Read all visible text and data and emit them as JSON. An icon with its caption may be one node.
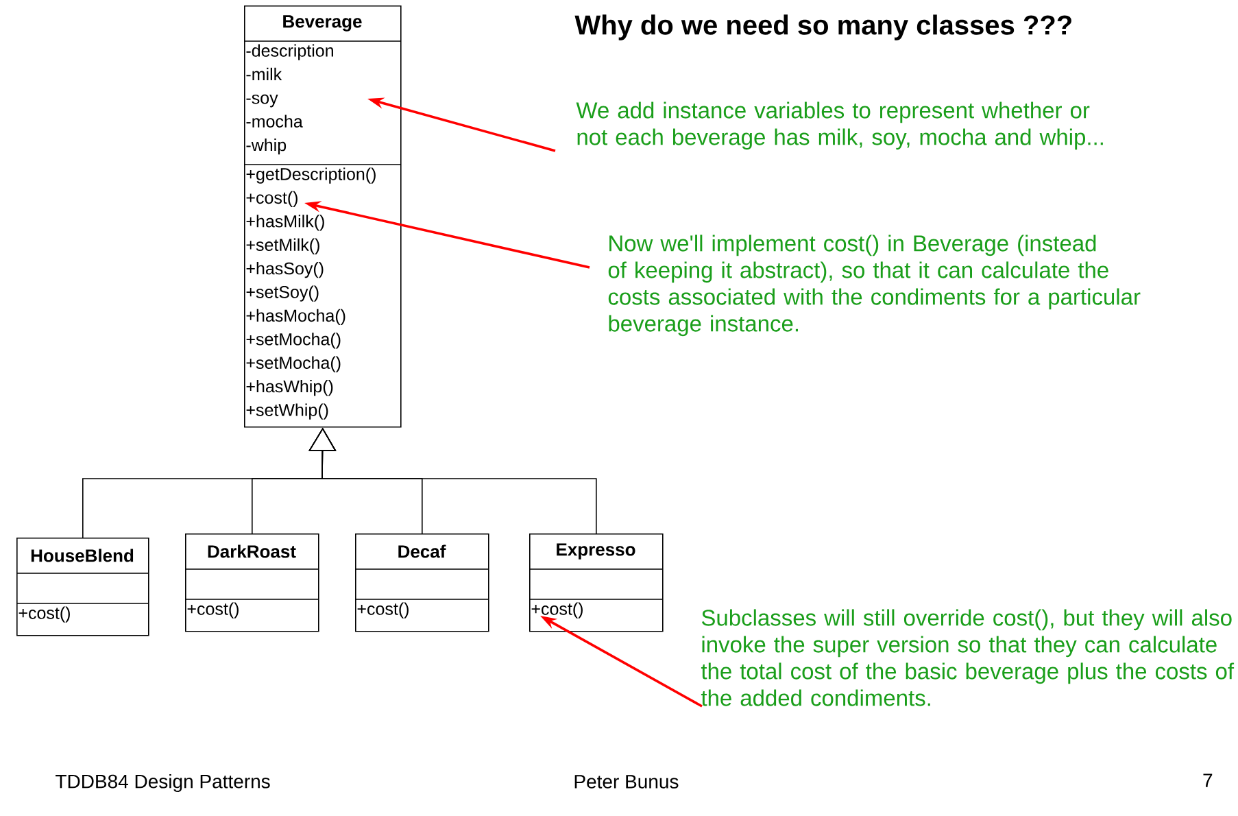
{
  "diagram": {
    "title": "Why do we need so many classes ???",
    "nodes": [
      {
        "text": [
          "Beverage",
          "-description -milk -soy -mocha -whip",
          "+getDescription() +cost() +hasMilk() +setMilk() +hasSoy() +setSoy() +hasMocha() +setMocha() +setMocha() +hasWhip() +setWhip()"
        ]
      },
      {
        "text": [
          "HouseBlend",
          "+cost()"
        ]
      },
      {
        "text": [
          "DarkRoast",
          "+cost()"
        ]
      },
      {
        "text": [
          "Decaf",
          "+cost()"
        ]
      },
      {
        "text": [
          "Expresso",
          "+cost()"
        ]
      },
      {
        "text": [
          "We add instance variables to represent whether or not each beverage has milk, soy, mocha and whip..."
        ]
      },
      {
        "text": [
          "Now we'll implement cost() in Beverage (instead of keeping it abstract), so that it can calculate the costs associated with the condiments for a particular beverage instance."
        ]
      },
      {
        "text": [
          "Subclasses will still override cost(), but they will also invoke the super version so that they can calculate the total cost of the basic beverage plus the costs of the added condiments."
        ]
      }
    ],
    "edges": [
      {
        "from": 1,
        "to": 0,
        "arrow": "to"
      },
      {
        "from": 2,
        "to": 0,
        "arrow": "to"
      },
      {
        "from": 3,
        "to": 0,
        "arrow": "to"
      },
      {
        "from": 4,
        "to": 0,
        "arrow": "to"
      },
      {
        "from": 5,
        "to": 0,
        "arrow": "to",
        "color": "#ff0000"
      },
      {
        "from": 6,
        "to": 0,
        "arrow": "to",
        "color": "#ff0000"
      },
      {
        "from": 7,
        "to": 4,
        "arrow": "to",
        "color": "#ff0000"
      }
    ],
    "labels": [
      "TDDB84 Design Patterns",
      "Peter Bunus",
      "7"
    ]
  }
}
